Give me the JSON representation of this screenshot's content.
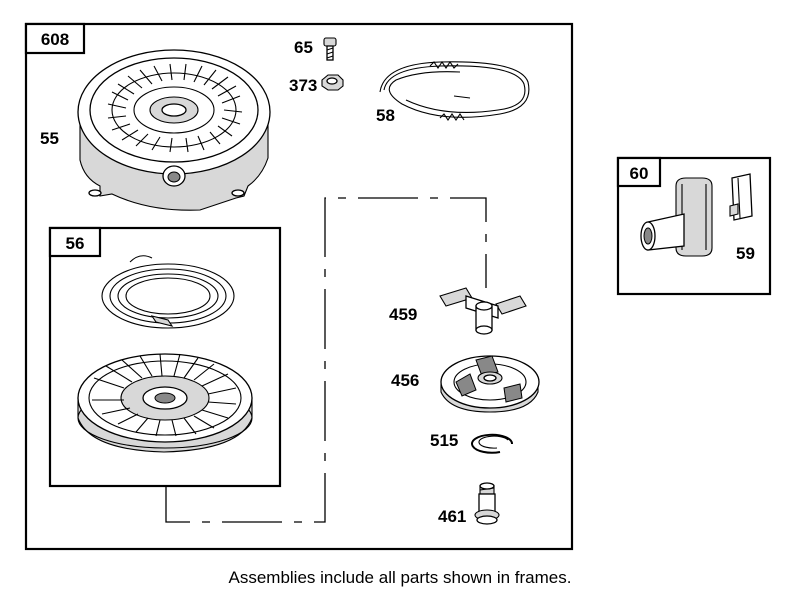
{
  "frames": [
    {
      "id": "main",
      "tag": "608"
    },
    {
      "id": "pulley",
      "tag": "56"
    },
    {
      "id": "handle",
      "tag": "60"
    }
  ],
  "parts": {
    "p55": "55",
    "p65": "65",
    "p373": "373",
    "p58": "58",
    "p459": "459",
    "p456": "456",
    "p515": "515",
    "p461": "461",
    "p59": "59"
  },
  "caption": "Assemblies include all parts shown in frames."
}
